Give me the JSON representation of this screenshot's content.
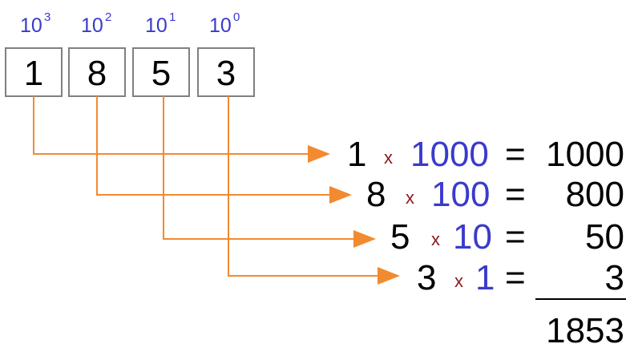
{
  "digits": [
    {
      "digit": "1",
      "power_base": "10",
      "power_exp": "3"
    },
    {
      "digit": "8",
      "power_base": "10",
      "power_exp": "2"
    },
    {
      "digit": "5",
      "power_base": "10",
      "power_exp": "1"
    },
    {
      "digit": "3",
      "power_base": "10",
      "power_exp": "0"
    }
  ],
  "rows": [
    {
      "digit": "1",
      "times": "x",
      "place_value": "1000",
      "equals": "=",
      "result": "1000"
    },
    {
      "digit": "8",
      "times": "x",
      "place_value": "100",
      "equals": "=",
      "result": "800"
    },
    {
      "digit": "5",
      "times": "x",
      "place_value": "10",
      "equals": "=",
      "result": "50"
    },
    {
      "digit": "3",
      "times": "x",
      "place_value": "1",
      "equals": "=",
      "result": "3"
    }
  ],
  "total": "1853",
  "colors": {
    "place_value": "#3a3acc",
    "arrow": "#f28a30",
    "times_sign": "#8b1a1a",
    "box_border": "#808080",
    "text": "#000000"
  }
}
